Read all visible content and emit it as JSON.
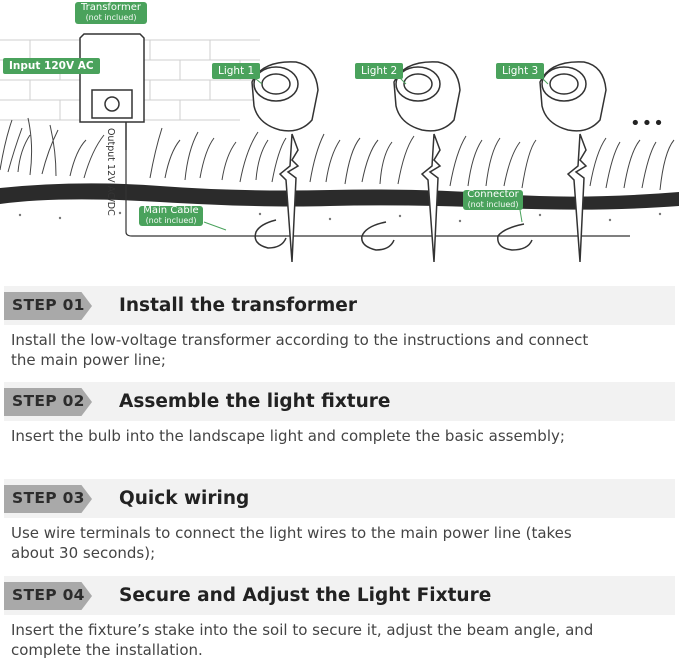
{
  "diagram": {
    "transformer": {
      "label": "Transformer",
      "note": "(not inclued)"
    },
    "input_label": "Input 120V AC",
    "output_label": "Output 12V AC/DC",
    "lights": [
      "Light 1",
      "Light 2",
      "Light 3"
    ],
    "main_cable": {
      "label": "Main Cable",
      "note": "(not inclued)"
    },
    "connector": {
      "label": "Connector",
      "note": "(not inclued)"
    },
    "more": "•••",
    "colors": {
      "accent": "#4aa25c",
      "soil": "#2b2b2b",
      "line": "#333333"
    }
  },
  "steps": [
    {
      "badge": "STEP 01",
      "title": "Install the transformer",
      "lines": [
        "Install the low-voltage transformer according to the instructions and connect",
        "the main power line;"
      ]
    },
    {
      "badge": "STEP 02",
      "title": "Assemble the light fixture",
      "lines": [
        "Insert the bulb into the landscape light and complete the basic assembly;"
      ]
    },
    {
      "badge": "STEP 03",
      "title": "Quick wiring",
      "lines": [
        "Use wire terminals to connect the light wires to the main power line (takes",
        "about 30 seconds);"
      ]
    },
    {
      "badge": "STEP 04",
      "title": "Secure and Adjust the Light Fixture",
      "lines": [
        "Insert the fixture’s stake into the soil to secure it, adjust the beam angle, and",
        "complete the installation."
      ]
    }
  ]
}
